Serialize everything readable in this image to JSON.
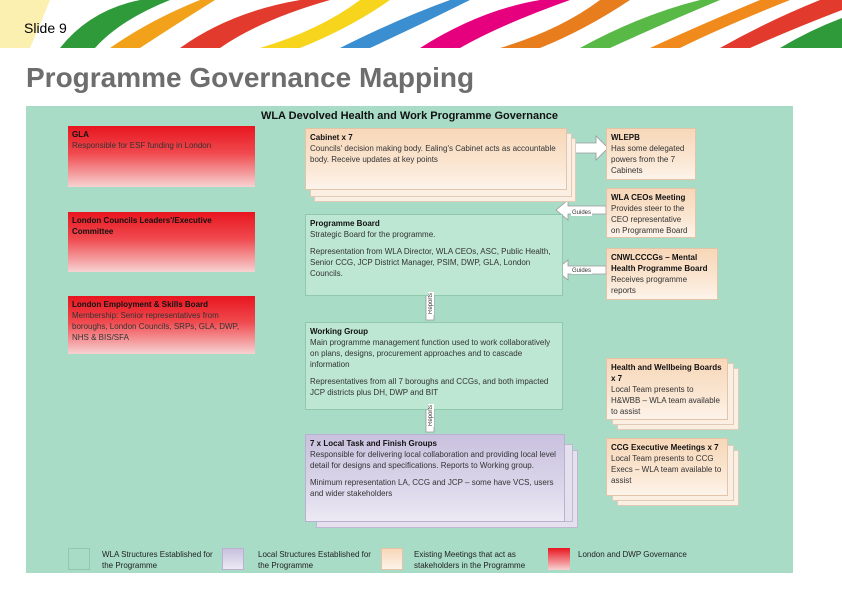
{
  "slide": {
    "label": "Slide 9",
    "title": "Programme Governance Mapping"
  },
  "diagram": {
    "title": "WLA Devolved Health and Work Programme Governance",
    "left_boxes": [
      {
        "title": "GLA",
        "body": "Responsible for ESF funding in London"
      },
      {
        "title": "London Councils Leaders'/Executive Committee",
        "body": ""
      },
      {
        "title": "London Employment & Skills Board",
        "body": "Membership: Senior representatives from boroughs, London Councils, SRPs, GLA, DWP, NHS & BIS/SFA"
      }
    ],
    "cabinet": {
      "title": "Cabinet x 7",
      "body": "Councils' decision making body. Ealing's Cabinet acts as accountable body. Receive updates at key points"
    },
    "programme_board": {
      "title": "Programme Board",
      "body1": "Strategic Board for the programme.",
      "body2": "Representation from WLA Director, WLA CEOs, ASC, Public Health, Senior CCG, JCP District Manager, PSIM, DWP, GLA, London Councils."
    },
    "working_group": {
      "title": "Working Group",
      "body1": "Main programme management function used to work collaboratively on plans, designs, procurement approaches and to cascade information",
      "body2": "Representatives from all 7 boroughs and CCGs, and both impacted JCP districts plus DH, DWP and BIT"
    },
    "local_task": {
      "title": "7 x Local Task and Finish Groups",
      "body1": "Responsible for delivering local collaboration and providing local level detail for designs and specifications. Reports to Working group.",
      "body2": "Minimum representation LA, CCG and JCP – some have VCS, users and wider stakeholders"
    },
    "right_boxes": [
      {
        "title": "WLEPB",
        "body": "Has some delegated powers from the 7 Cabinets"
      },
      {
        "title": "WLA CEOs Meeting",
        "body": "Provides steer to the CEO representative on Programme Board"
      },
      {
        "title": "CNWLCCCGs – Mental Health Programme Board",
        "body": "Receives programme reports"
      },
      {
        "title": "Health and Wellbeing Boards x 7",
        "body": "Local Team presents to H&WBB – WLA team available to assist"
      },
      {
        "title": "CCG Executive Meetings x 7",
        "body": "Local Team presents to CCG Execs – WLA team available to assist"
      }
    ],
    "arrow_labels": {
      "guides": "Guides",
      "reports": "Reports"
    },
    "legend": [
      {
        "label": "WLA Structures Established for the Programme",
        "color": "#a8dcc6"
      },
      {
        "label": "Local Structures Established for the Programme",
        "color": "#d4cfe6"
      },
      {
        "label": "Existing Meetings that act as stakeholders in the Programme",
        "color": "#f8dcc0"
      },
      {
        "label": "London and DWP Governance",
        "color": "#e8151f"
      }
    ]
  }
}
